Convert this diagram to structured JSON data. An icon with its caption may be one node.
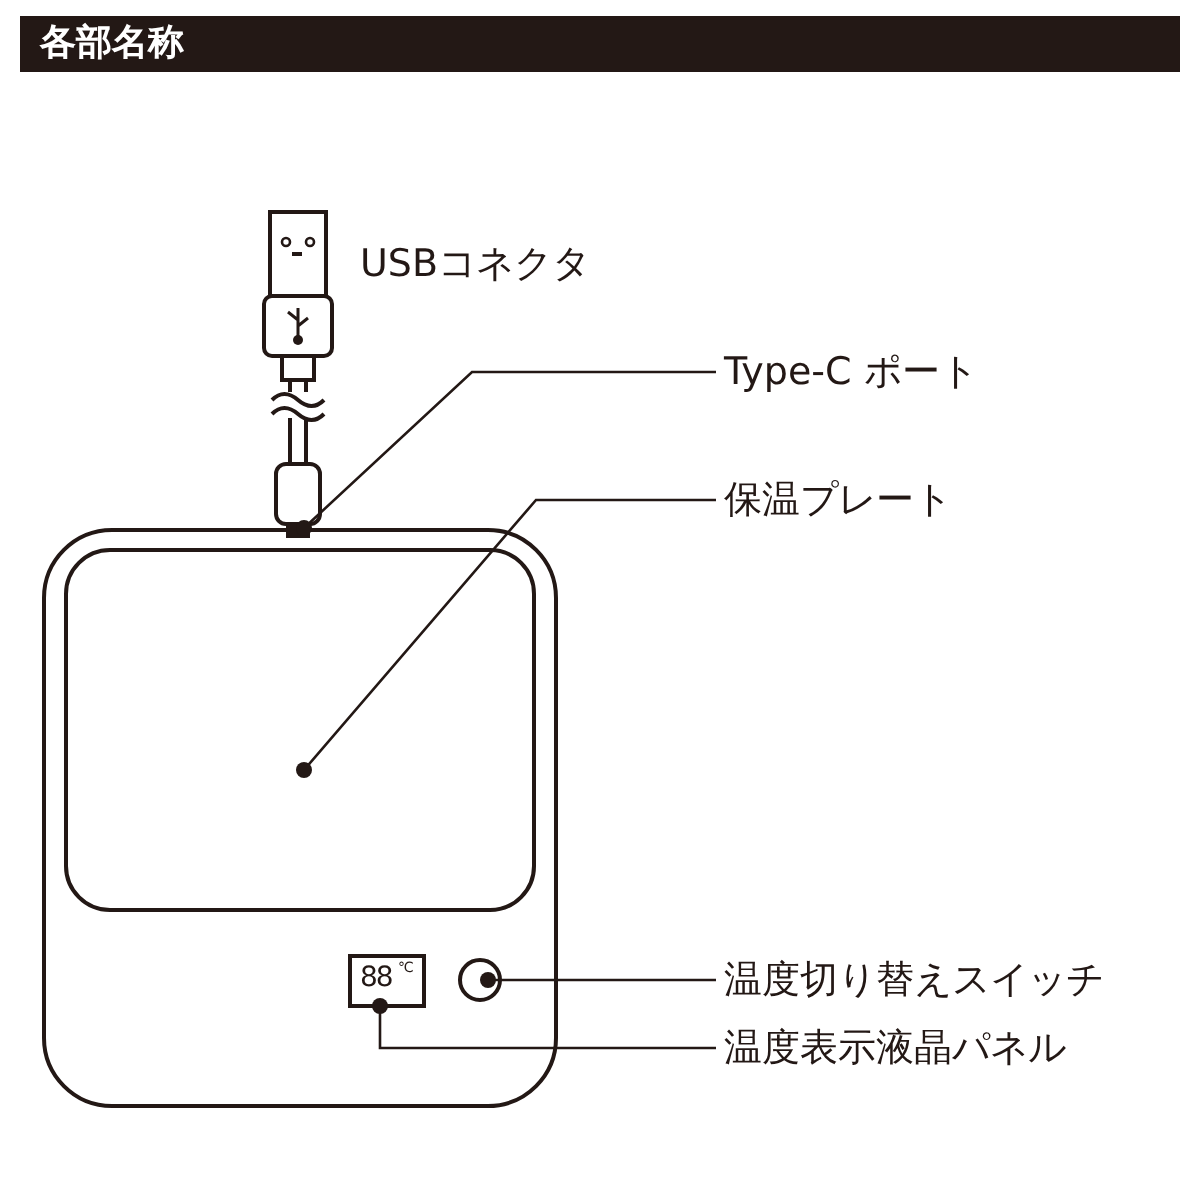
{
  "diagram": {
    "title": "各部名称",
    "nodes": [
      {
        "text": [
          "Type-C ポート"
        ]
      },
      {
        "text": [
          "保温プレート"
        ]
      },
      {
        "text": [
          "温度切り替えスイッチ"
        ]
      },
      {
        "text": [
          "温度表示液晶パネル"
        ]
      },
      {
        "text": [],
        "shape": "box"
      },
      {
        "text": [],
        "shape": "box"
      },
      {
        "text": [],
        "shape": "circle"
      },
      {
        "text": [],
        "shape": "box"
      }
    ],
    "edges": [
      {
        "from": 0,
        "to": 4,
        "arrow": "other"
      },
      {
        "from": 1,
        "to": 5,
        "arrow": "other"
      },
      {
        "from": 2,
        "to": 6,
        "arrow": "other"
      },
      {
        "from": 3,
        "to": 7,
        "arrow": "other"
      }
    ],
    "labels": [
      "USBコネクタ",
      "88",
      "℃"
    ]
  }
}
